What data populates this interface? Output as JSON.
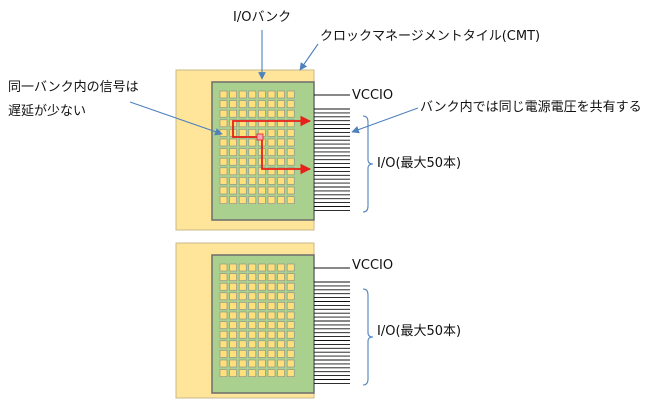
{
  "labels": {
    "io_bank": "I/Oバンク",
    "cmt": "クロックマネージメントタイル(CMT)",
    "same_bank_line1": "同一バンク内の信号は",
    "same_bank_line2": "遅延が少ない",
    "shared_voltage": "バンク内では同じ電源電圧を共有する",
    "vccio_top": "VCCIO",
    "vccio_bottom": "VCCIO",
    "io_count_top": "I/O(最大50本)",
    "io_count_bottom": "I/O(最大50本)"
  },
  "colors": {
    "tile_fill": "#ffe599",
    "tile_stroke": "#c9b98a",
    "bank_fill": "#a9d08e",
    "bank_stroke": "#6d6d6d",
    "cell_fill": "#ffe07a",
    "cell_stroke": "#8a8a8a",
    "signal": "#e8201a",
    "node": "#f4a7b9",
    "arrow": "#4f81bd",
    "brace": "#4f81bd"
  },
  "diagram": {
    "grid_rows": 12,
    "grid_cols": 8,
    "io_lines": 27
  }
}
